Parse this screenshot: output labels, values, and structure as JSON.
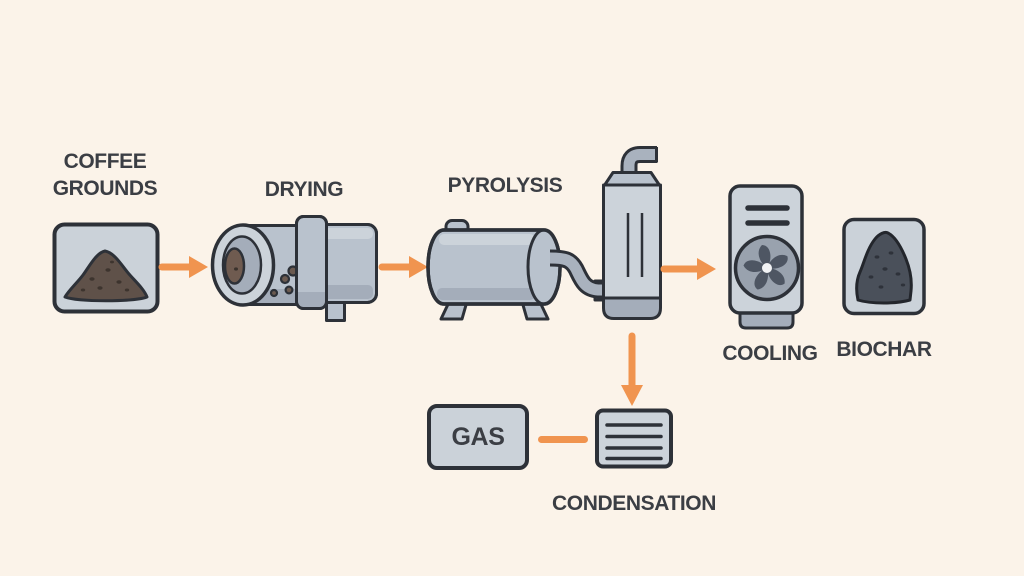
{
  "diagram": {
    "type": "process-flow",
    "nodes": {
      "coffee_grounds": {
        "label": "COFFEE GROUNDS"
      },
      "drying": {
        "label": "DRYING"
      },
      "pyrolysis": {
        "label": "PYROLYSIS"
      },
      "column": {
        "label": ""
      },
      "cooling": {
        "label": "COOLING"
      },
      "biochar": {
        "label": "BIOCHAR"
      },
      "gas": {
        "label": "GAS"
      },
      "condensation": {
        "label": "CONDENSATION"
      }
    },
    "edges": [
      {
        "from": "coffee_grounds",
        "to": "drying",
        "style": "arrow-right"
      },
      {
        "from": "drying",
        "to": "pyrolysis",
        "style": "arrow-right"
      },
      {
        "from": "pyrolysis",
        "to": "column",
        "style": "pipe"
      },
      {
        "from": "column",
        "to": "cooling",
        "style": "arrow-right"
      },
      {
        "from": "column",
        "to": "condensation",
        "style": "arrow-down"
      },
      {
        "from": "gas",
        "to": "condensation",
        "style": "connector-line"
      }
    ]
  },
  "colors": {
    "background": "#fbf3e9",
    "outline": "#2d3138",
    "label_text": "#3b3e44",
    "arrow": "#f0944f",
    "machine_fill": "#b9c2cd",
    "machine_fill_light": "#ccd3da",
    "machine_fill_dark": "#a4adba",
    "panel_fill": "#cbd2d9",
    "pipe_fill": "#a9b2be",
    "coffee_mound": "#5f5149",
    "biochar_mound": "#4a505a",
    "fan_disc": "#99a2ae",
    "fan_blade": "#4e5663"
  }
}
